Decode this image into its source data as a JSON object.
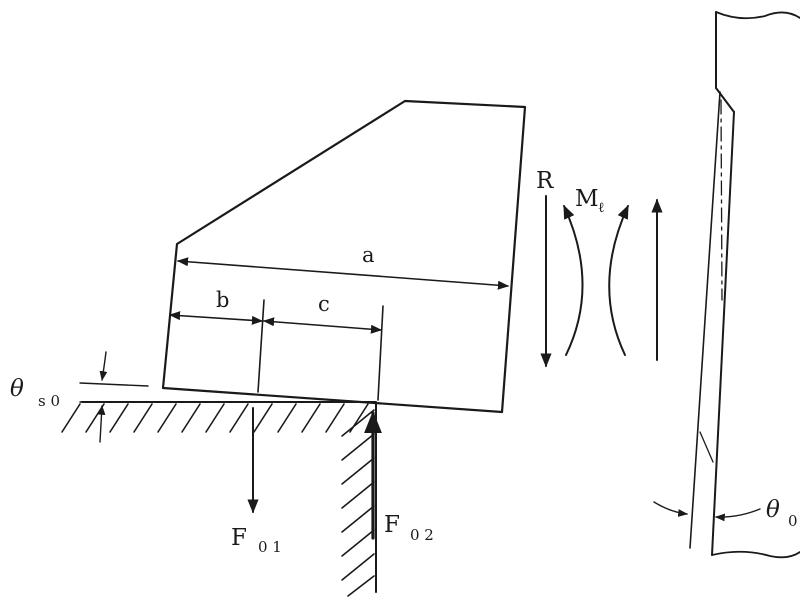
{
  "labels": {
    "a": "a",
    "b": "b",
    "c": "c",
    "R": "R",
    "M": "M",
    "M_sub": "ℓ",
    "theta_s0": "θ",
    "theta_s0_sub": "s 0",
    "F01": "F",
    "F01_sub": "0 1",
    "F02": "F",
    "F02_sub": "0 2",
    "theta0": "θ",
    "theta0_sub": "0"
  }
}
